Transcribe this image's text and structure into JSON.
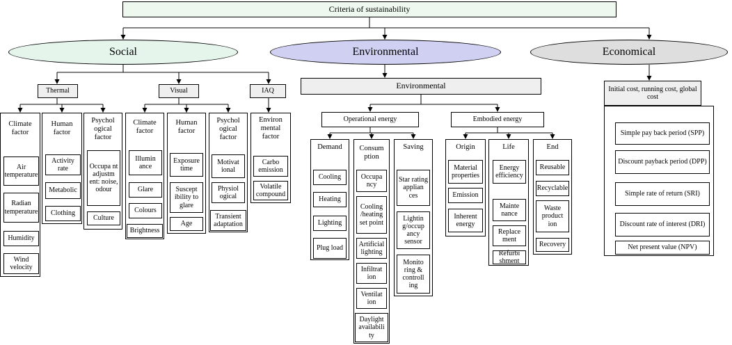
{
  "root": "Criteria of sustainability",
  "categories": {
    "social": "Social",
    "environmental": "Environmental",
    "economical": "Economical"
  },
  "colors": {
    "root_fill": "#eef8ee",
    "social_fill": "#e5f5ec",
    "environmental_fill": "#d0d0f2",
    "economical_fill": "#dedede",
    "subheader_fill": "#efefef"
  },
  "social": {
    "groups": {
      "thermal": "Thermal",
      "visual": "Visual",
      "iaq": "IAQ"
    },
    "thermal": {
      "climate": {
        "title": "Climate factor",
        "items": [
          "Air temperature",
          "Radian temperature",
          "Humidity",
          "Wind velocity"
        ]
      },
      "human": {
        "title": "Human factor",
        "items": [
          "Activity rate",
          "Metabolic",
          "Clothing"
        ]
      },
      "psych": {
        "title": "Psychol ogical factor",
        "items": [
          "Occupa nt adjustm ent: noise, odour",
          "Culture"
        ]
      }
    },
    "visual": {
      "climate": {
        "title": "Climate factor",
        "items": [
          "Illumin ance",
          "Glare",
          "Colours",
          "Brightness"
        ]
      },
      "human": {
        "title": "Human factor",
        "items": [
          "Exposure time",
          "Suscept ibility to glare",
          "Age"
        ]
      },
      "psych": {
        "title": "Psychol ogical factor",
        "items": [
          "Motivat ional",
          "Physiol ogical",
          "Transient adaptation"
        ]
      }
    },
    "iaq": {
      "env": {
        "title": "Environ mental factor",
        "items": [
          "Carbo emission",
          "Volatile compound"
        ]
      }
    }
  },
  "environmental": {
    "header": "Environmental",
    "operational": "Operational energy",
    "embodied": "Embodied energy",
    "demand": {
      "title": "Demand",
      "items": [
        "Cooling",
        "Heating",
        "Lighting",
        "Plug load"
      ]
    },
    "consumption": {
      "title": "Consum ption",
      "items": [
        "Occupa ncy",
        "Cooling /heating set point",
        "Artificial lighting",
        "Infiltrat ion",
        "Ventilat ion",
        "Daylight availabili ty"
      ]
    },
    "saving": {
      "title": "Saving",
      "items": [
        "Star rating applian ces",
        "Lightin g/occup ancy sensor",
        "Monito ring & controll ing"
      ]
    },
    "origin": {
      "title": "Origin",
      "items": [
        "Material properties",
        "Emission",
        "Inherent energy"
      ]
    },
    "life": {
      "title": "Life",
      "items": [
        "Energy efficiency",
        "Mainte nance",
        "Replace ment",
        "Refurbi shment"
      ]
    },
    "end": {
      "title": "End",
      "items": [
        "Reusable",
        "Recyclable",
        "Waste product ion",
        "Recovery"
      ]
    }
  },
  "economical": {
    "header": "Initial cost, running cost, global cost",
    "items": [
      "Simple pay back period (SPP)",
      "Discount payback period (DPP)",
      "Simple rate of return (SRI)",
      "Discount rate of interest (DRI)",
      "Net present value (NPV)"
    ]
  }
}
